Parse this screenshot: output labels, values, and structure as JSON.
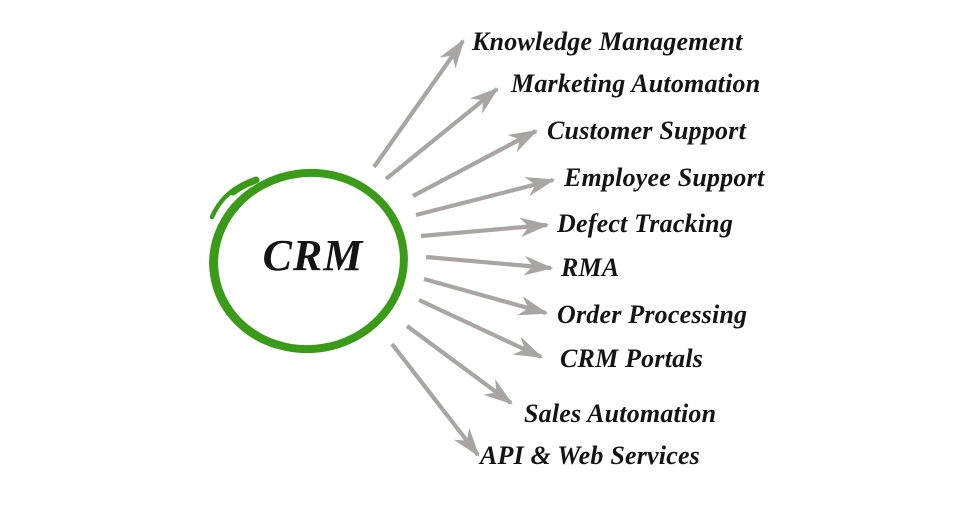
{
  "diagram": {
    "center_label": "CRM",
    "items": [
      {
        "text": "Knowledge Management"
      },
      {
        "text": "Marketing Automation"
      },
      {
        "text": "Customer Support"
      },
      {
        "text": "Employee Support"
      },
      {
        "text": "Defect Tracking"
      },
      {
        "text": "RMA"
      },
      {
        "text": "Order Processing"
      },
      {
        "text": "CRM Portals"
      },
      {
        "text": "Sales Automation"
      },
      {
        "text": "API & Web Services"
      }
    ]
  },
  "colors": {
    "circle_green": "#3a9b18",
    "arrow_gray": "#a8a5a2",
    "text_color": "#141414",
    "background": "#ffffff"
  }
}
